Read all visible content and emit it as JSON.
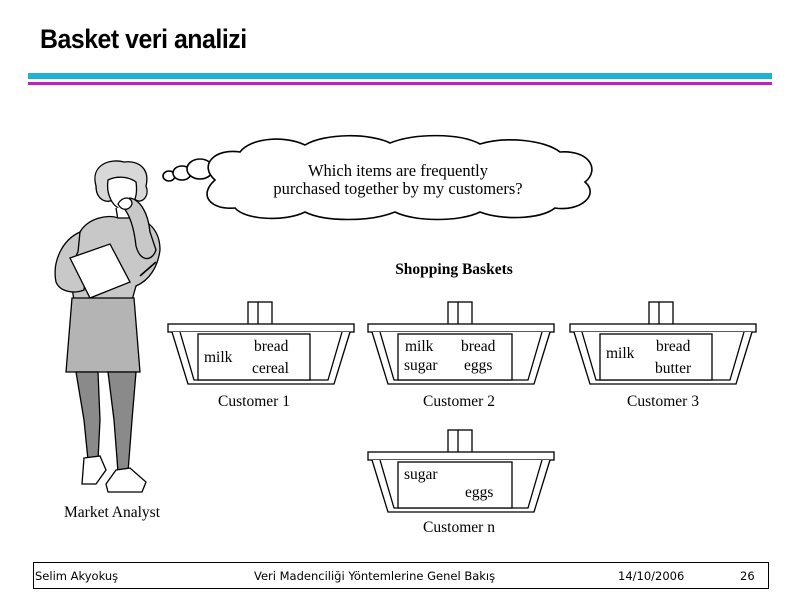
{
  "title": "Basket veri analizi",
  "thought": {
    "line1": "Which items are frequently",
    "line2": "purchased together by my customers?"
  },
  "analyst_label": "Market Analyst",
  "baskets_heading": "Shopping Baskets",
  "baskets": [
    {
      "customer": "Customer 1",
      "item_a": "milk",
      "item_b": "bread",
      "item_c": "cereal"
    },
    {
      "customer": "Customer 2",
      "item_a": "milk",
      "item_b": "bread",
      "item_c": "sugar",
      "item_d": "eggs"
    },
    {
      "customer": "Customer 3",
      "item_a": "milk",
      "item_b": "bread",
      "item_c": "butter"
    },
    {
      "customer": "Customer n",
      "item_a": "sugar",
      "item_b": "eggs"
    }
  ],
  "footer": {
    "author": "Selim Akyokuş",
    "course": "Veri Madenciliği Yöntemlerine Genel Bakış",
    "date": "14/10/2006",
    "page": "26"
  },
  "colors": {
    "rule_cyan": "#1fb2d4",
    "rule_magenta": "#c21fc2"
  }
}
